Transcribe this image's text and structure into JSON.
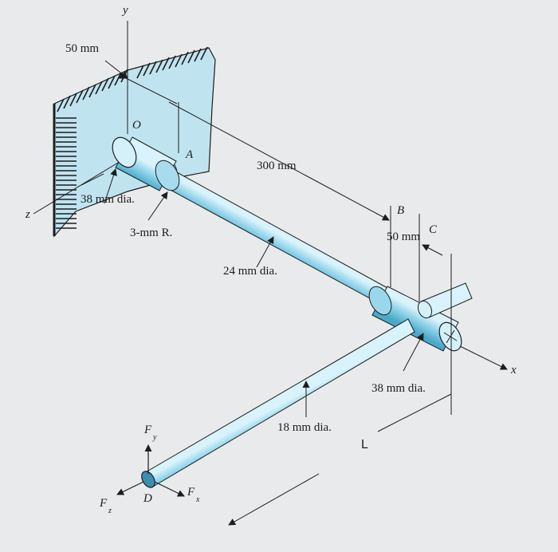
{
  "labels": {
    "y_axis": "y",
    "z_axis": "z",
    "x_axis": "x",
    "dim_wall_offset": "50 mm",
    "origin": "O",
    "point_a": "A",
    "point_b": "B",
    "point_c": "C",
    "point_d": "D",
    "dim_length_300": "300 mm",
    "dim_38_dia_left": "38 mm dia.",
    "fillet_radius": "3-mm R.",
    "dim_24_dia": "24 mm dia.",
    "dim_50_bc": "50 mm",
    "dim_38_dia_right": "38 mm dia.",
    "dim_18_dia": "18 mm dia.",
    "dim_length_l": "L",
    "force_fy": "F",
    "force_fy_sub": "y",
    "force_fx": "F",
    "force_fx_sub": "x",
    "force_fz": "F",
    "force_fz_sub": "z"
  },
  "colors": {
    "background": "#e9eaec",
    "wall_fill": "#bfe4f0",
    "shaft_fill": "#8fd3ea",
    "shaft_light": "#d8f3fb",
    "shaft_dark": "#4aa9c9",
    "ink": "#1d1d1d"
  }
}
